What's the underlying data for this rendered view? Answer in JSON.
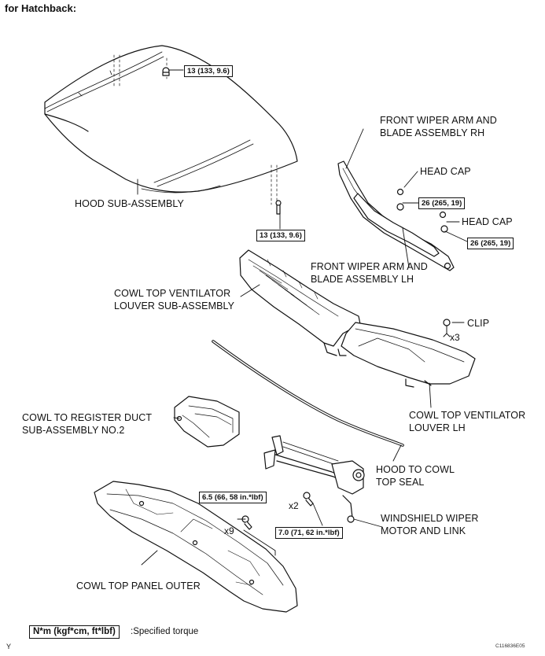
{
  "header": "for Hatchback:",
  "parts": {
    "hood": "HOOD SUB-ASSEMBLY",
    "wiper_rh_line1": "FRONT WIPER ARM AND",
    "wiper_rh_line2": "BLADE ASSEMBLY RH",
    "head_cap_1": "HEAD CAP",
    "head_cap_2": "HEAD CAP",
    "wiper_lh_line1": "FRONT WIPER ARM AND",
    "wiper_lh_line2": "BLADE ASSEMBLY LH",
    "cowl_louver_line1": "COWL TOP VENTILATOR",
    "cowl_louver_line2": "LOUVER SUB-ASSEMBLY",
    "clip": "CLIP",
    "cowl_louver_lh_line1": "COWL TOP VENTILATOR",
    "cowl_louver_lh_line2": "LOUVER LH",
    "duct_line1": "COWL TO REGISTER DUCT",
    "duct_line2": "SUB-ASSEMBLY NO.2",
    "seal_line1": "HOOD TO COWL",
    "seal_line2": "TOP SEAL",
    "wiper_motor_line1": "WINDSHIELD WIPER",
    "wiper_motor_line2": "MOTOR AND LINK",
    "panel_outer": "COWL TOP PANEL OUTER"
  },
  "torques": {
    "hood_upper": "13 (133, 9.6)",
    "hood_lower": "13 (133, 9.6)",
    "wiper_rh": "26 (265, 19)",
    "wiper_lh": "26 (265, 19)",
    "panel_bolt": "6.5 (66, 58 in.*lbf)",
    "motor_bolt": "7.0 (71, 62 in.*lbf)"
  },
  "quantities": {
    "clip": "x3",
    "motor_bolt": "x2",
    "panel_bolt": "x9"
  },
  "legend": {
    "box": "N*m (kgf*cm, ft*lbf)",
    "text": ":Specified torque"
  },
  "corner_mark": "Y",
  "figure_code": "C116836E05"
}
